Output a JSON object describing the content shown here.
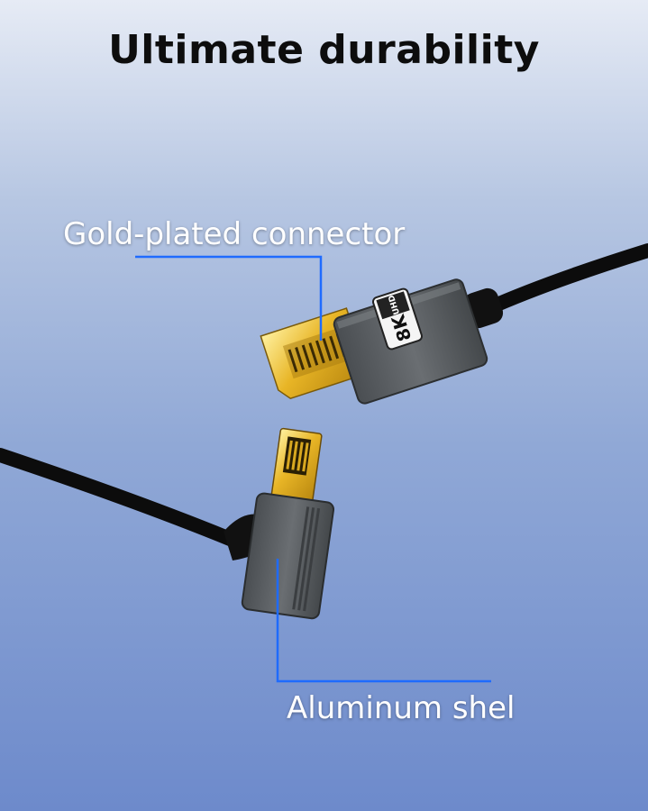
{
  "title": "Ultimate durability",
  "callouts": {
    "top_label": "Gold-plated connector",
    "bottom_label": "Aluminum shel"
  },
  "badge": {
    "line1": "8K",
    "line2": "UHD"
  },
  "colors": {
    "leader_line": "#1f6bff",
    "shell": "#5b5f62",
    "gold": "#e8b526",
    "cable": "#0c0c0c"
  }
}
